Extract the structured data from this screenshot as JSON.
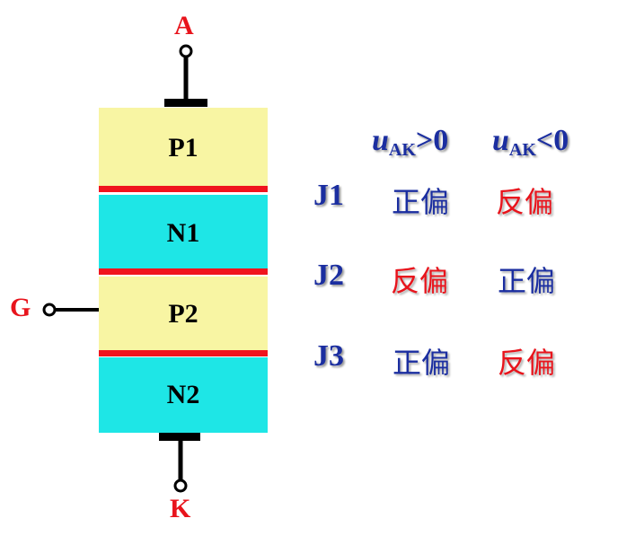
{
  "terminals": {
    "anode": "A",
    "cathode": "K",
    "gate": "G"
  },
  "layers": [
    {
      "label": "P1",
      "type": "P",
      "color": "#f8f5a3"
    },
    {
      "label": "N1",
      "type": "N",
      "color": "#1ee6e6"
    },
    {
      "label": "P2",
      "type": "P",
      "color": "#f8f5a3"
    },
    {
      "label": "N2",
      "type": "N",
      "color": "#1ee6e6"
    }
  ],
  "junction_color": "#f0141e",
  "table": {
    "headers": [
      {
        "var": "u",
        "sub": "AK",
        "op": ">0"
      },
      {
        "var": "u",
        "sub": "AK",
        "op": "<0"
      }
    ],
    "rows": [
      {
        "junction": "J1",
        "pos": "正偏",
        "neg": "反偏"
      },
      {
        "junction": "J2",
        "pos": "反偏",
        "neg": "正偏"
      },
      {
        "junction": "J3",
        "pos": "正偏",
        "neg": "反偏"
      }
    ]
  },
  "colors": {
    "forward": "#1b2ea0",
    "reverse": "#e8141c",
    "label_red": "#e8141c"
  }
}
